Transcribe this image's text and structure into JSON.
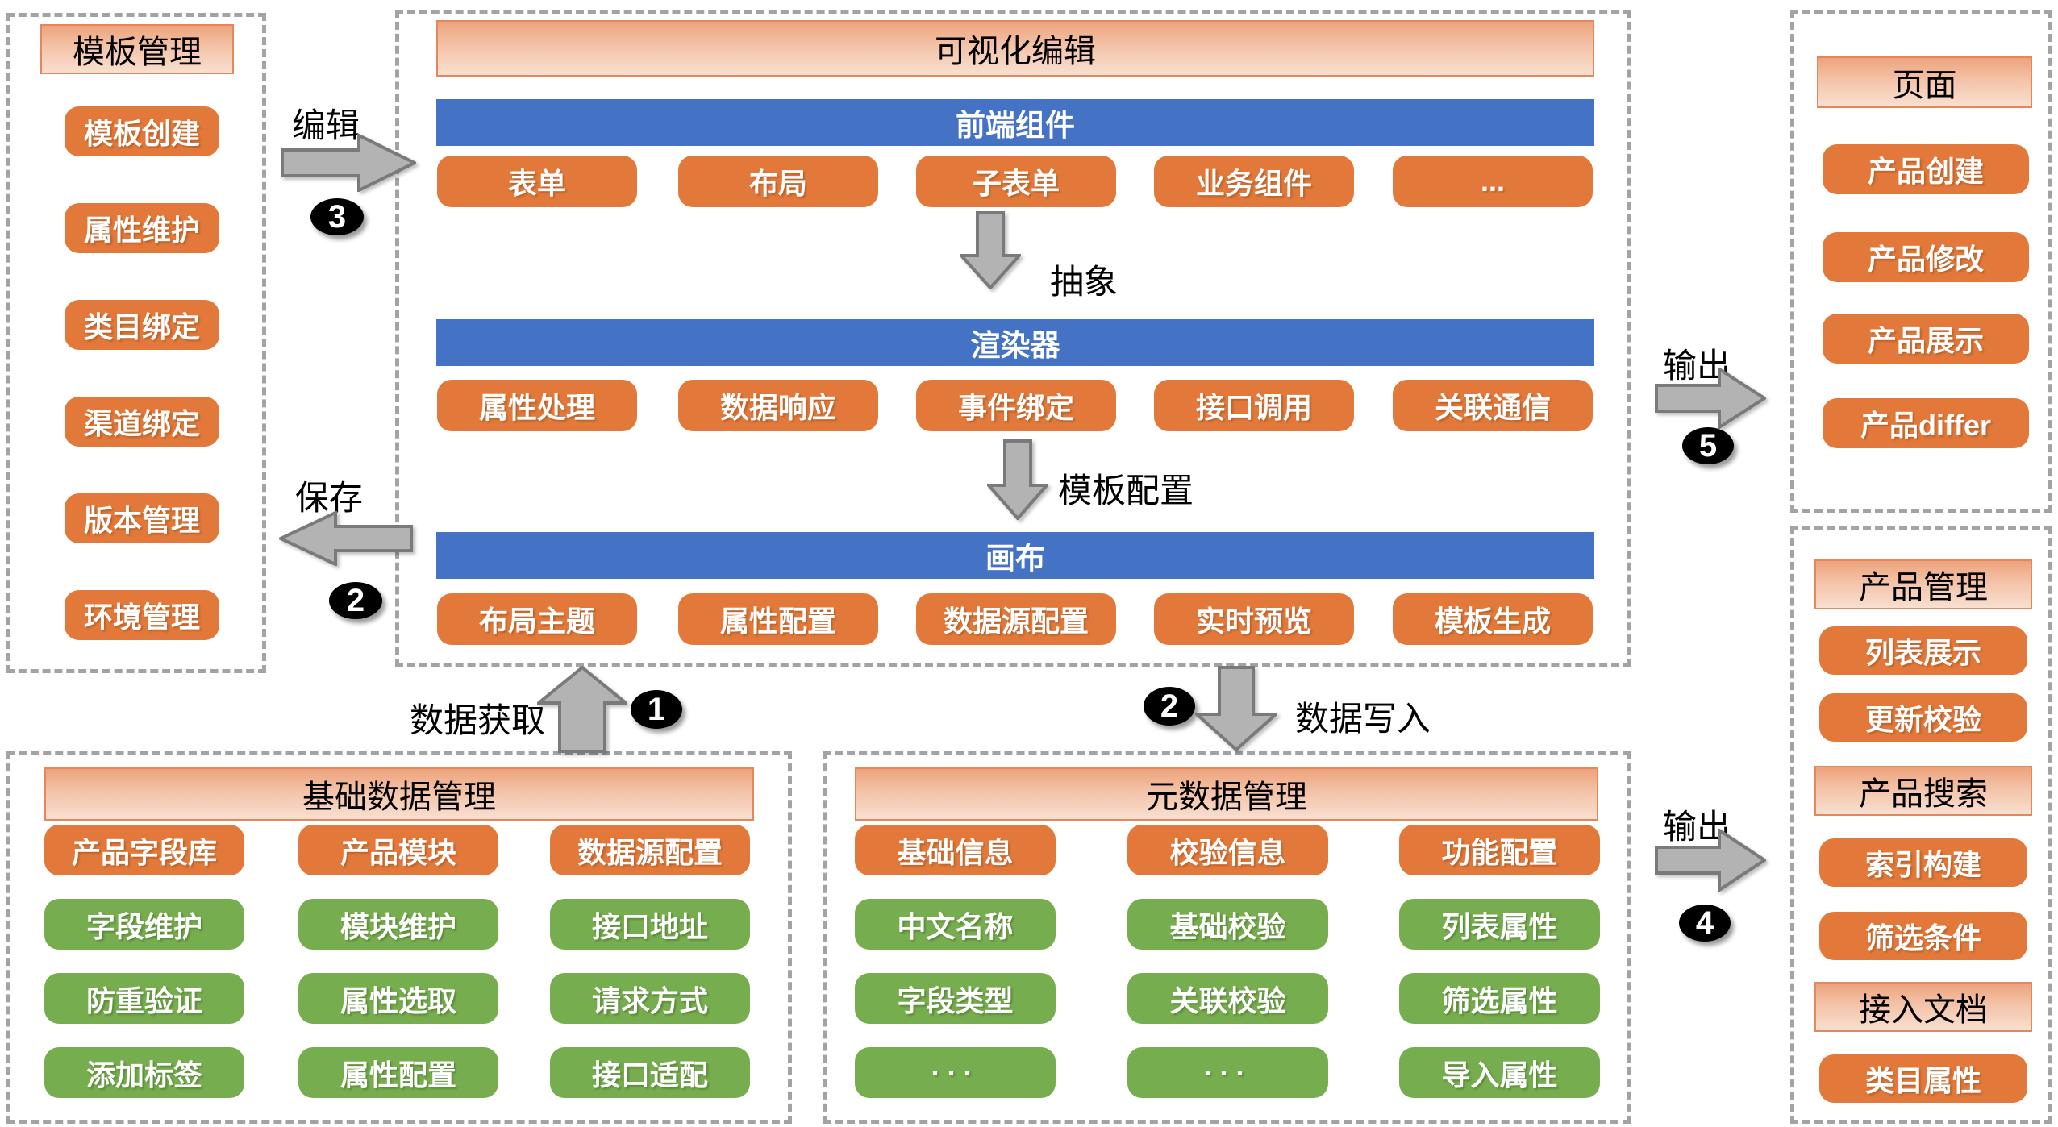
{
  "colors": {
    "button_orange": "#e2793a",
    "button_green": "#76ad4e",
    "bar_blue": "#4472c4",
    "header_gradient_top": "#eda37c",
    "header_gradient_bottom": "#f9dfd0",
    "dash_gray": "#a3a3a3",
    "arrow_gray": "#b3b3b3",
    "badge_black": "#000000"
  },
  "left_panel": {
    "title": "模板管理",
    "items": [
      "模板创建",
      "属性维护",
      "类目绑定",
      "渠道绑定",
      "版本管理",
      "环境管理"
    ]
  },
  "editor_panel": {
    "title": "可视化编辑",
    "bar1": "前端组件",
    "row1": [
      "表单",
      "布局",
      "子表单",
      "业务组件",
      "..."
    ],
    "arrow1_label": "抽象",
    "bar2": "渲染器",
    "row2": [
      "属性处理",
      "数据响应",
      "事件绑定",
      "接口调用",
      "关联通信"
    ],
    "arrow2_label": "模板配置",
    "bar3": "画布",
    "row3": [
      "布局主题",
      "属性配置",
      "数据源配置",
      "实时预览",
      "模板生成"
    ]
  },
  "page_panel": {
    "title": "页面",
    "items": [
      "产品创建",
      "产品修改",
      "产品展示",
      "产品differ"
    ]
  },
  "base_panel": {
    "title": "基础数据管理",
    "row0": [
      "产品字段库",
      "产品模块",
      "数据源配置"
    ],
    "row1": [
      "字段维护",
      "模块维护",
      "接口地址"
    ],
    "row2": [
      "防重验证",
      "属性选取",
      "请求方式"
    ],
    "row3": [
      "添加标签",
      "属性配置",
      "接口适配"
    ]
  },
  "meta_panel": {
    "title": "元数据管理",
    "row0": [
      "基础信息",
      "校验信息",
      "功能配置"
    ],
    "row1": [
      "中文名称",
      "基础校验",
      "列表属性"
    ],
    "row2": [
      "字段类型",
      "关联校验",
      "筛选属性"
    ],
    "row3": [
      "···",
      "···",
      "导入属性"
    ]
  },
  "product_panel": {
    "sec1_title": "产品管理",
    "sec1_items": [
      "列表展示",
      "更新校验"
    ],
    "sec2_title": "产品搜索",
    "sec2_items": [
      "索引构建",
      "筛选条件"
    ],
    "sec3_title": "接入文档",
    "sec3_items": [
      "类目属性"
    ]
  },
  "flows": {
    "edit": {
      "label": "编辑",
      "badge": "3"
    },
    "save": {
      "label": "保存",
      "badge": "2"
    },
    "fetch": {
      "label": "数据获取",
      "badge": "1"
    },
    "write": {
      "label": "数据写入",
      "badge": "2"
    },
    "output_top": {
      "label": "输出",
      "badge": "5"
    },
    "output_bottom": {
      "label": "输出",
      "badge": "4"
    }
  }
}
